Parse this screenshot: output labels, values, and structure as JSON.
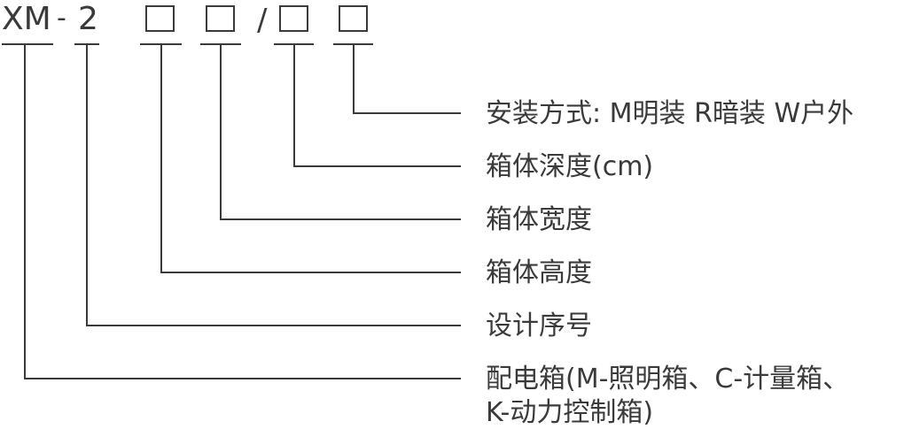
{
  "header": {
    "prefix": "XM",
    "dash": "-",
    "series": "2",
    "slash": "/"
  },
  "labels": {
    "mount": "安装方式: M明装 R暗装 W户外",
    "depth": "箱体深度(cm)",
    "width": "箱体宽度",
    "height": "箱体高度",
    "design_no": "设计序号",
    "type_line1": "配电箱(M-照明箱、C-计量箱、",
    "type_line2": "K-动力控制箱)"
  },
  "colors": {
    "ink": "#3a3a3a",
    "background": "#ffffff"
  }
}
